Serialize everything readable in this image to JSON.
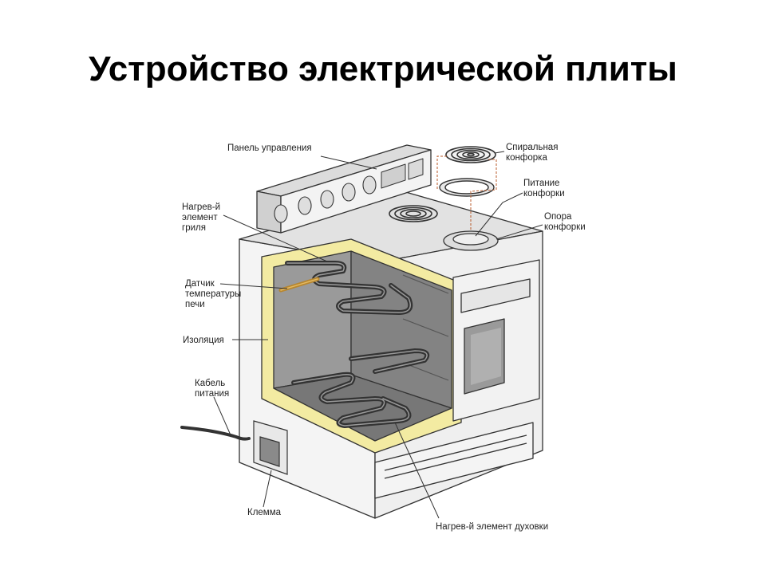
{
  "slide": {
    "title": "Устройство электрической плиты"
  },
  "labels": {
    "control_panel": "Панель управления",
    "spiral_burner_1": "Спиральная",
    "spiral_burner_2": "конфорка",
    "burner_power_1": "Питание",
    "burner_power_2": "конфорки",
    "burner_support_1": "Опора",
    "burner_support_2": "конфорки",
    "grill_element_1": "Нагрев-й",
    "grill_element_2": "элемент",
    "grill_element_3": "гриля",
    "temp_sensor_1": "Датчик",
    "temp_sensor_2": "температуры",
    "temp_sensor_3": "печи",
    "insulation": "Изоляция",
    "power_cable_1": "Кабель",
    "power_cable_2": "питания",
    "terminal": "Клемма",
    "oven_element": "Нагрев-й элемент духовки"
  },
  "colors": {
    "insulation": "#f3eba2",
    "metal_light": "#ececec",
    "cavity": "#8e8e8e",
    "coil": "#3a3a3a"
  }
}
